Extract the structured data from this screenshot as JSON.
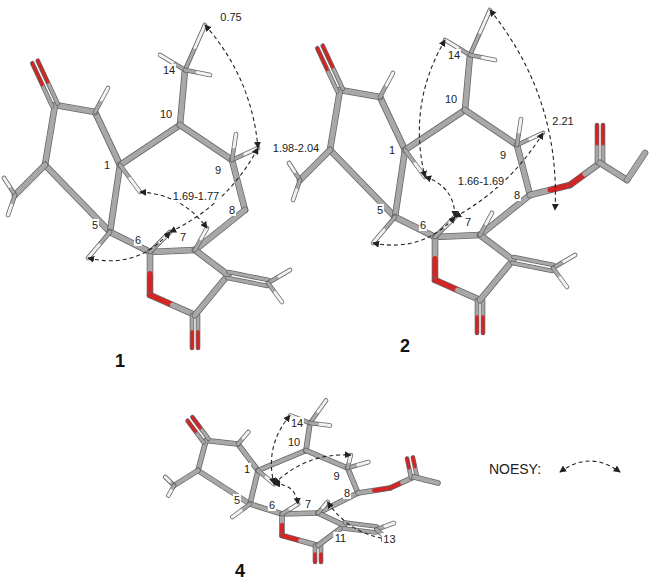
{
  "diagram": {
    "labels": [
      "14",
      "0.75",
      "10",
      "9",
      "1.98-2.04",
      "1",
      "5",
      "6",
      "7",
      "8",
      "1.69-1.77",
      "1",
      "14",
      "10",
      "9",
      "2.21",
      "1",
      "8",
      "5",
      "6",
      "1.66-1.69",
      "7",
      "2",
      "14",
      "1",
      "10",
      "9",
      "8",
      "5",
      "6",
      "7",
      "11",
      "13",
      "4",
      "NOESY:"
    ]
  }
}
